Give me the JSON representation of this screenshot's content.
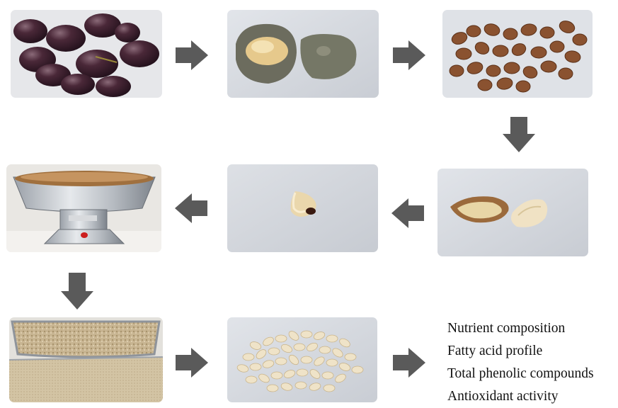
{
  "figure": {
    "outcomes": [
      "Nutrient composition",
      "Fatty acid profile",
      "Total phenolic compounds",
      "Antioxidant activity"
    ],
    "colors": {
      "arrow": "#5a5a5a",
      "panel_background": "#d9dde3",
      "grape_skin": "#3b1f30",
      "seed_brown": "#8a5230",
      "kernel_cream": "#efe3c8"
    }
  }
}
